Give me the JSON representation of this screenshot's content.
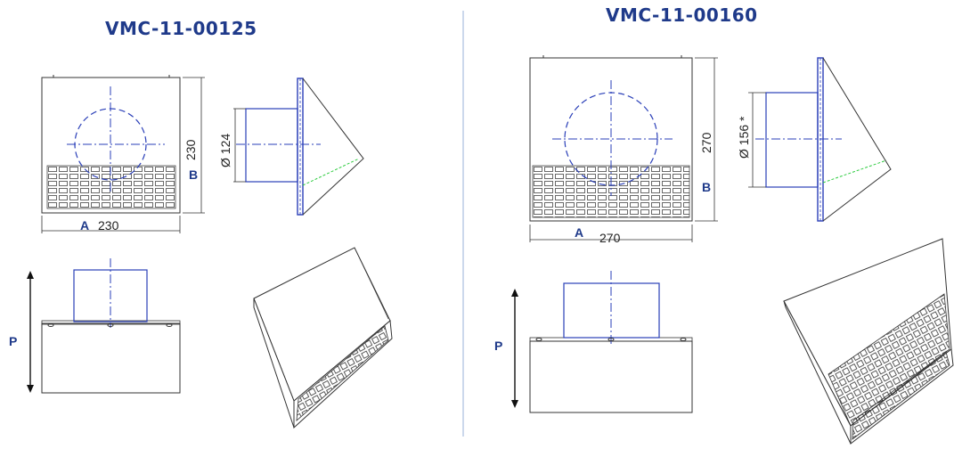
{
  "colors": {
    "title": "#1f3a8a",
    "outline": "#333333",
    "blueprint": "#2a3fb8",
    "diagonal": "#2ecc40"
  },
  "left": {
    "title": "VMC-11-00125",
    "height_value": "230",
    "width_value": "230",
    "diameter_label": "Ø 124",
    "label_A": "A",
    "label_B": "B",
    "label_P": "P"
  },
  "right": {
    "title": "VMC-11-00160",
    "height_value": "270",
    "width_value": "270",
    "diameter_label": "Ø 156 *",
    "label_A": "A",
    "label_B": "B",
    "label_P": "P"
  }
}
